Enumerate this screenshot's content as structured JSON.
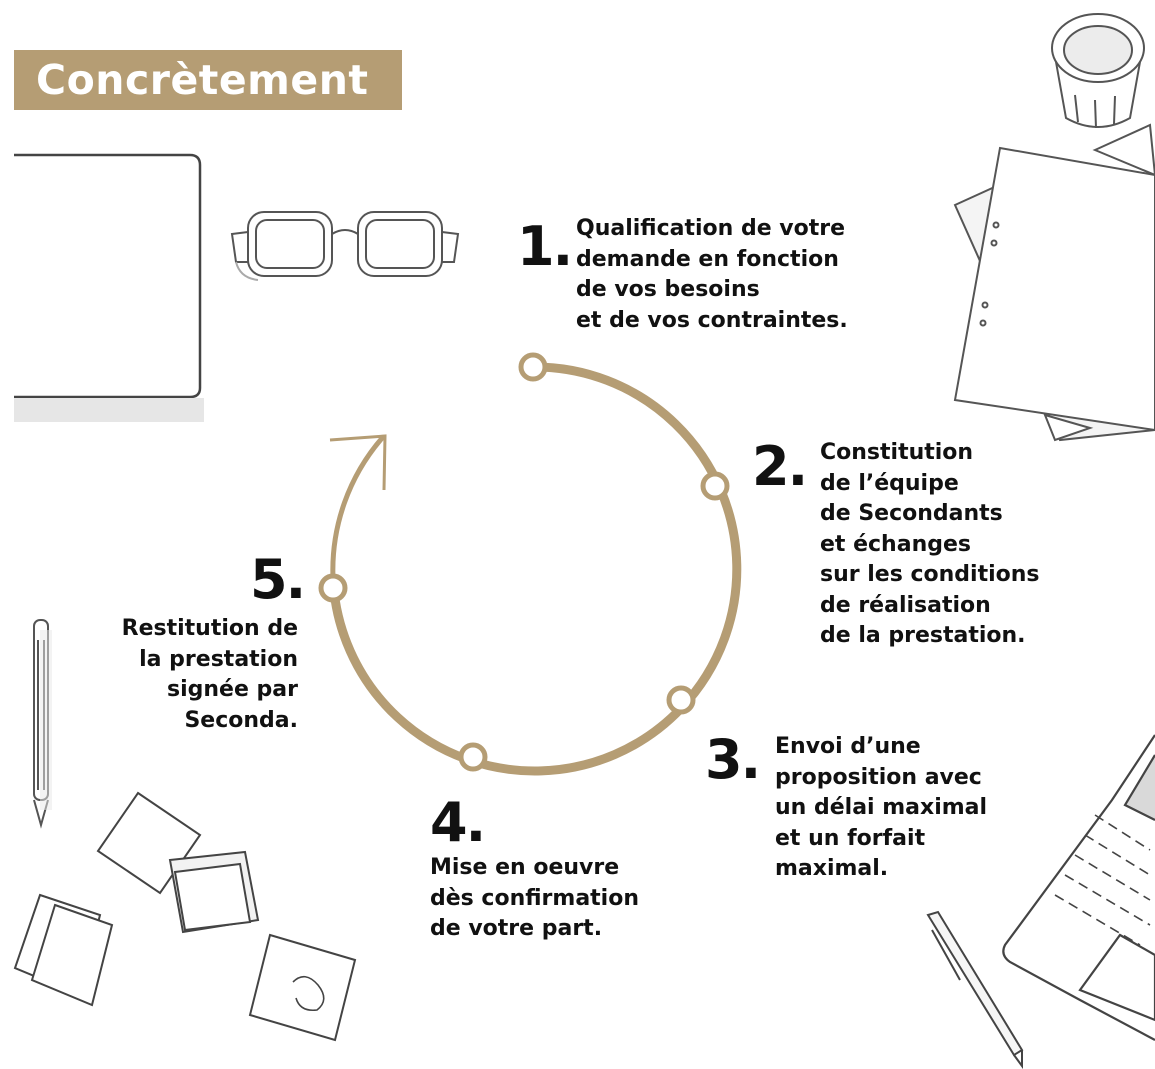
{
  "title": "Concrètement",
  "colors": {
    "accent": "#b59d74",
    "title_text": "#ffffff",
    "text": "#111111",
    "sketch": "#444444"
  },
  "steps": [
    {
      "number": "1.",
      "lines": [
        "Qualification de votre",
        "demande en fonction",
        "de vos besoins",
        "et de vos contraintes."
      ]
    },
    {
      "number": "2.",
      "lines": [
        "Constitution",
        "de l’équipe",
        "de Secondants",
        "et échanges",
        "sur les conditions",
        "de réalisation",
        "de la prestation."
      ]
    },
    {
      "number": "3.",
      "lines": [
        "Envoi d’une",
        "proposition avec",
        "un délai maximal",
        "et un forfait",
        "maximal."
      ]
    },
    {
      "number": "4.",
      "lines": [
        "Mise en oeuvre",
        "dès confirmation",
        "de votre part."
      ]
    },
    {
      "number": "5.",
      "lines": [
        "Restitution de",
        "la prestation",
        "signée par",
        "Seconda."
      ]
    }
  ],
  "decorations": [
    "tablet-sketch",
    "glasses-sketch",
    "glass-cup-sketch",
    "papers-sketch",
    "pencil-sketch",
    "sticky-notes-sketch",
    "pen-sketch",
    "laptop-sketch"
  ]
}
